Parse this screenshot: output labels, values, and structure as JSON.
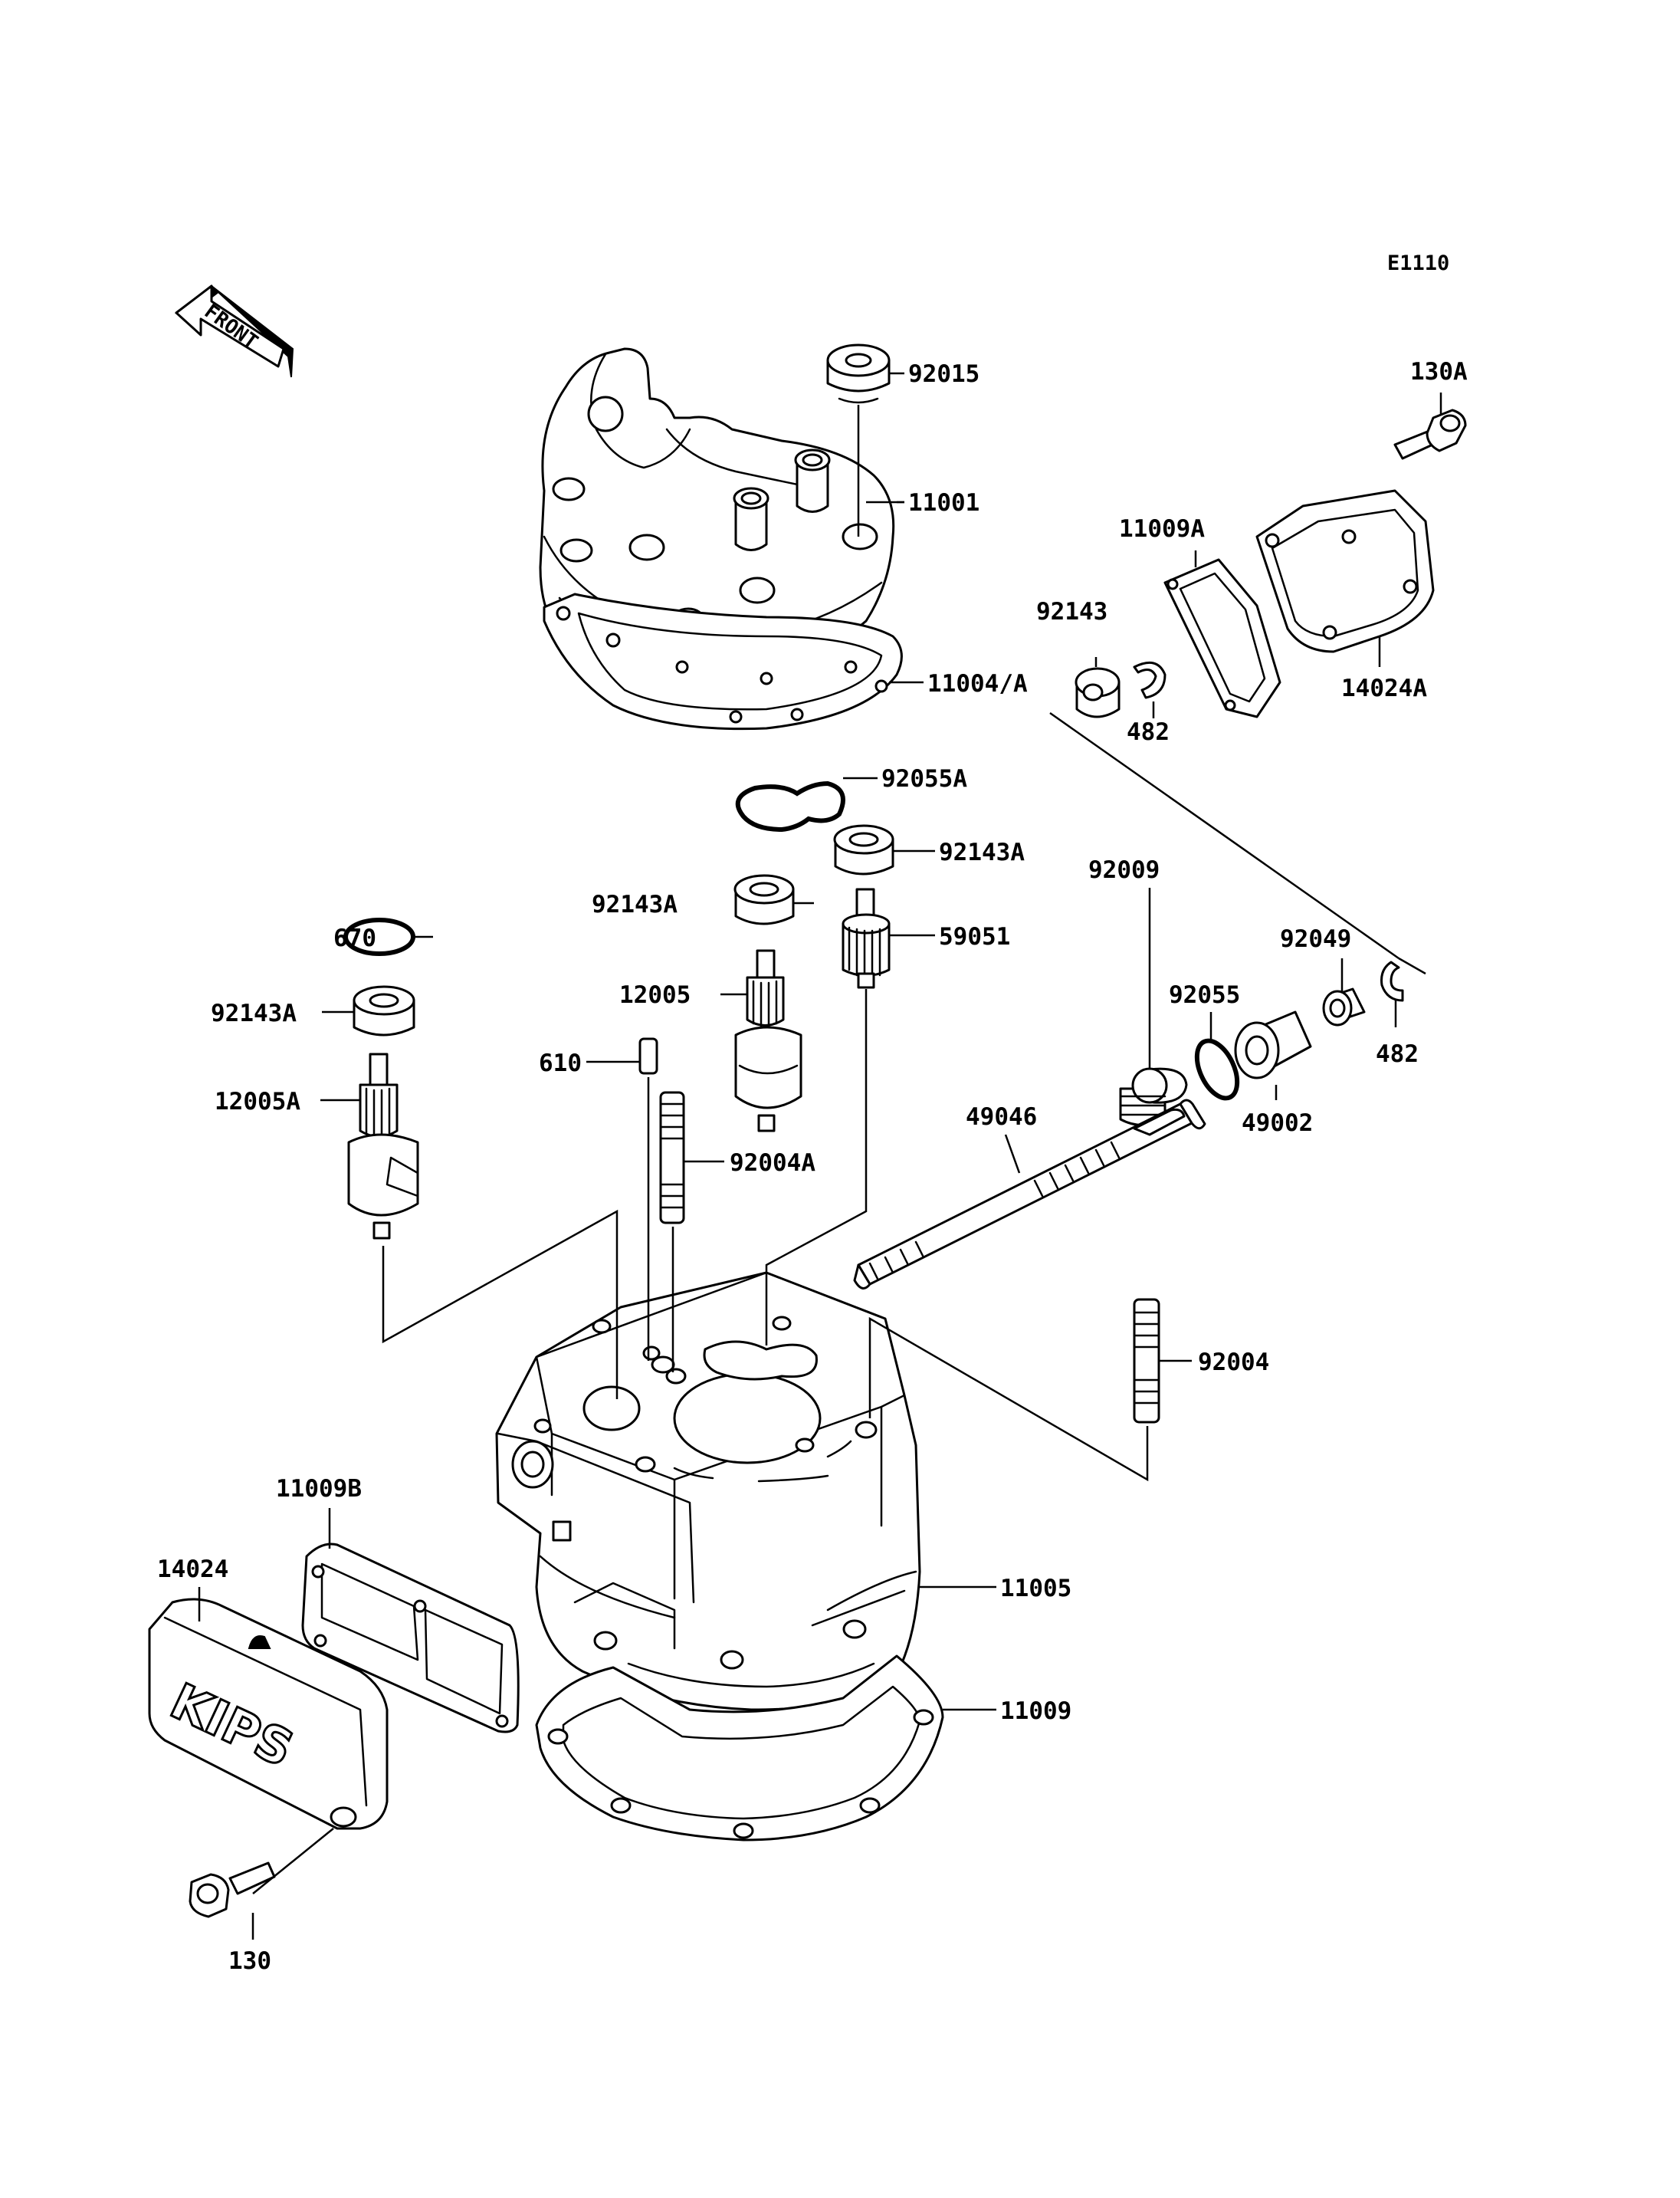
{
  "diagram_code": "E1110",
  "front_label": "FRONT",
  "cover_text": "KIPS",
  "parts": {
    "p92015": "92015",
    "p11001": "11001",
    "p130A": "130A",
    "p11009A": "11009A",
    "p92143": "92143",
    "p11004A": "11004/A",
    "p14024A": "14024A",
    "p482_top": "482",
    "p92055A": "92055A",
    "p92143A_right": "92143A",
    "p92143A_mid": "92143A",
    "p59051": "59051",
    "p92009": "92009",
    "p670": "670",
    "p92049": "92049",
    "p12005": "12005",
    "p92143A_left": "92143A",
    "p92055": "92055",
    "p610": "610",
    "p482_bottom": "482",
    "p12005A": "12005A",
    "p49002": "49002",
    "p49046": "49046",
    "p92004A": "92004A",
    "p92004": "92004",
    "p11009B": "11009B",
    "p14024": "14024",
    "p11005": "11005",
    "p11009": "11009",
    "p130": "130"
  }
}
